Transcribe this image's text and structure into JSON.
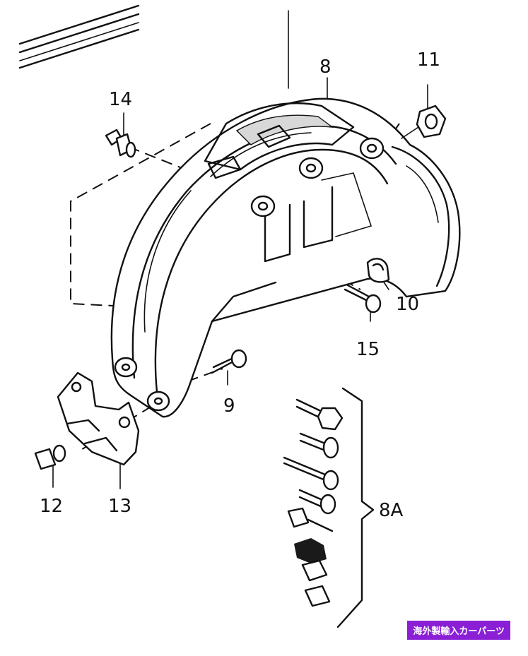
{
  "parts": {
    "p8": "8",
    "p11": "11",
    "p14": "14",
    "p10": "10",
    "p15": "15",
    "p9": "9",
    "p12": "12",
    "p13": "13",
    "p8a": "8A"
  },
  "badge": {
    "text": "海外製輸入カーパーツ",
    "color": "#8a1fd6"
  }
}
